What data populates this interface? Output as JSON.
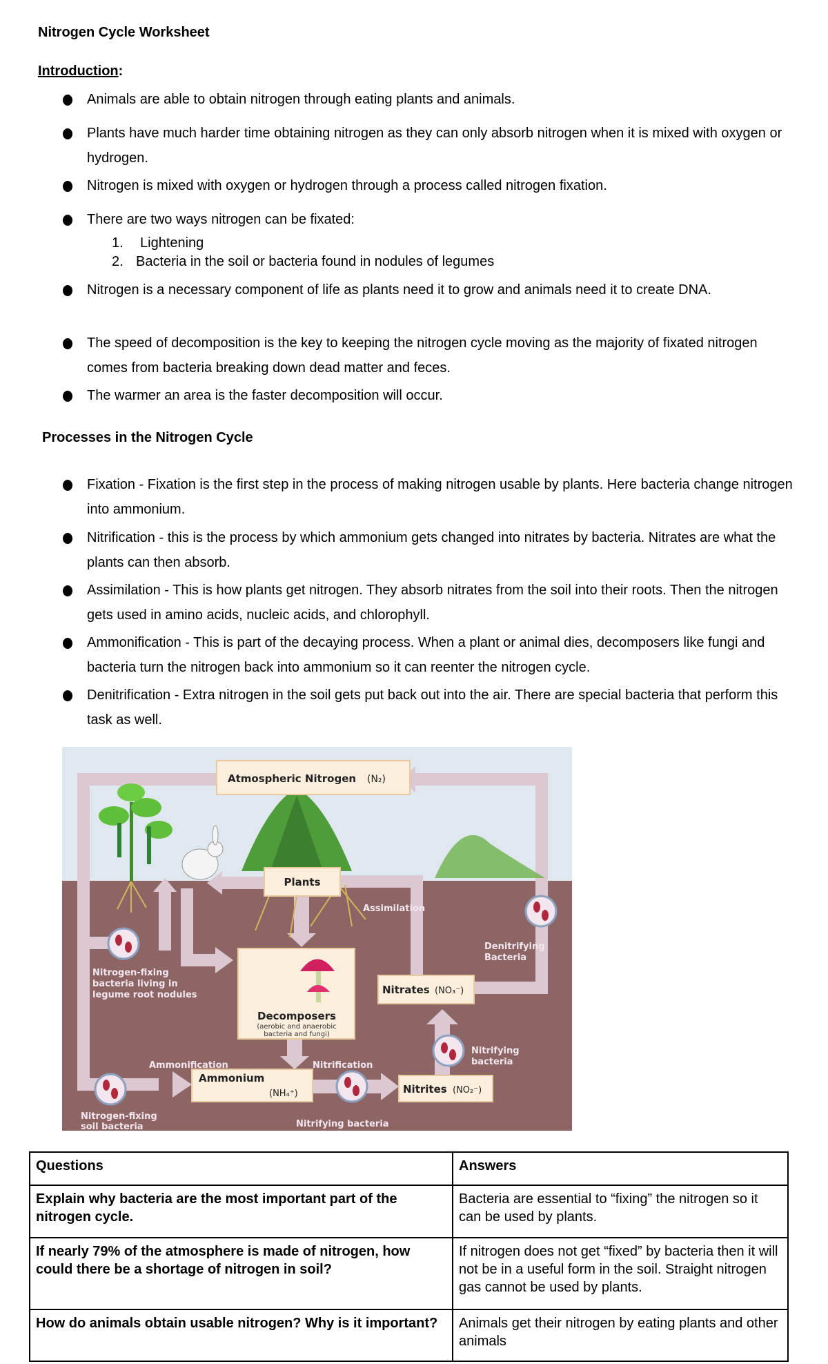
{
  "title": "Nitrogen Cycle Worksheet",
  "intro": {
    "heading": "Introduction",
    "colon": ":",
    "bullets": [
      "Animals are able to obtain nitrogen through eating plants and animals.",
      "Plants have much harder time obtaining nitrogen as they can only absorb nitrogen when it is mixed with oxygen or hydrogen.",
      "Nitrogen is mixed with oxygen or hydrogen through a process called nitrogen fixation.",
      "There are two ways nitrogen can be fixated:",
      "Nitrogen is a necessary component of life as plants need it to grow and animals need it to create DNA.",
      "The speed of decomposition is the key to keeping the nitrogen cycle moving as the majority of fixated nitrogen comes from bacteria breaking down dead matter and feces.",
      "The warmer an area is the faster decomposition will occur."
    ],
    "ways": [
      {
        "num": "1.",
        "text": "Lightening"
      },
      {
        "num": "2.",
        "text": "Bacteria in the soil or bacteria found in nodules of legumes"
      }
    ]
  },
  "processes": {
    "heading": "Processes in the Nitrogen Cycle",
    "bullets": [
      "Fixation - Fixation is the first step in the process of making nitrogen usable by plants. Here bacteria change nitrogen into ammonium.",
      "Nitrification - this is the process by which ammonium gets changed into nitrates by bacteria. Nitrates are what the plants can then absorb.",
      "Assimilation - This is how plants get nitrogen. They absorb nitrates from the soil into their roots. Then the nitrogen gets used in amino acids, nucleic acids, and chlorophyll.",
      "Ammonification - This is part of the decaying process. When a plant or animal dies, decomposers like fungi and bacteria turn the nitrogen back into ammonium so it can reenter the nitrogen cycle.",
      "Denitrification - Extra nitrogen in the soil gets put back out into the air. There are special bacteria that perform this task as well."
    ]
  },
  "diagram": {
    "atmospheric": "Atmospheric Nitrogen",
    "atmospheric_formula": "(N₂)",
    "plants": "Plants",
    "assimilation": "Assimilation",
    "denitrifying": [
      "Denitrifying",
      "Bacteria"
    ],
    "legume_bacteria": [
      "Nitrogen-fixing",
      "bacteria living in",
      "legume root nodules"
    ],
    "decomposers": "Decomposers",
    "decomposers_sub": [
      "(aerobic and anaerobic",
      "bacteria and fungi)"
    ],
    "nitrates": "Nitrates",
    "nitrates_formula": "(NO₃⁻)",
    "ammonification": "Ammonification",
    "nitrification": "Nitrification",
    "nitrifying_right": [
      "Nitrifying",
      "bacteria"
    ],
    "ammonium": "Ammonium",
    "ammonium_formula": "(NH₄⁺)",
    "nitrites": "Nitrites",
    "nitrites_formula": "(NO₂⁻)",
    "soil_bacteria": [
      "Nitrogen-fixing",
      "soil bacteria"
    ],
    "nitrifying_bottom": "Nitrifying bacteria",
    "colors": {
      "sky": "#dfe8ee",
      "soil": "#8d6565",
      "arrow": "#dcc8d2",
      "box": "#fbeedd",
      "label": "#f3e6ee"
    }
  },
  "table": {
    "headers": [
      "Questions",
      "Answers"
    ],
    "rows": [
      {
        "q": "Explain why bacteria are the most important part of the nitrogen cycle.",
        "a": "Bacteria are essential to “fixing” the nitrogen so it can be used by plants."
      },
      {
        "q": "If nearly 79% of the atmosphere is made of nitrogen, how could there be a shortage of nitrogen in soil?",
        "a": "If nitrogen does not get “fixed” by bacteria then it will not be in a useful form in the soil. Straight nitrogen gas cannot be used by plants."
      },
      {
        "q": "How do animals obtain usable nitrogen?  Why is it important?",
        "a": "Animals get their nitrogen by eating plants and other animals"
      }
    ]
  }
}
